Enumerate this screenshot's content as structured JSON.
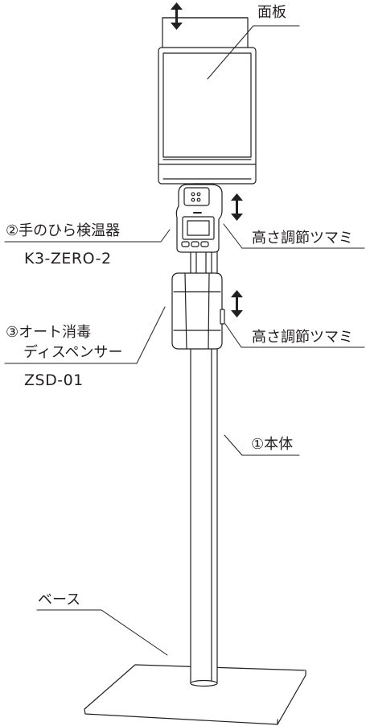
{
  "labels": {
    "panel": "面板",
    "palm_thermometer": "②手のひら検温器",
    "palm_thermometer_model": "K3-ZERO-2",
    "height_knob_upper": "高さ調節ツマミ",
    "dispenser_line1": "③オート消毒",
    "dispenser_line2": "ディスペンサー",
    "dispenser_model": "ZSD-01",
    "height_knob_lower": "高さ調節ツマミ",
    "main_body": "①本体",
    "base": "ベース"
  },
  "colors": {
    "stroke": "#231f20",
    "fill": "#ffffff"
  }
}
